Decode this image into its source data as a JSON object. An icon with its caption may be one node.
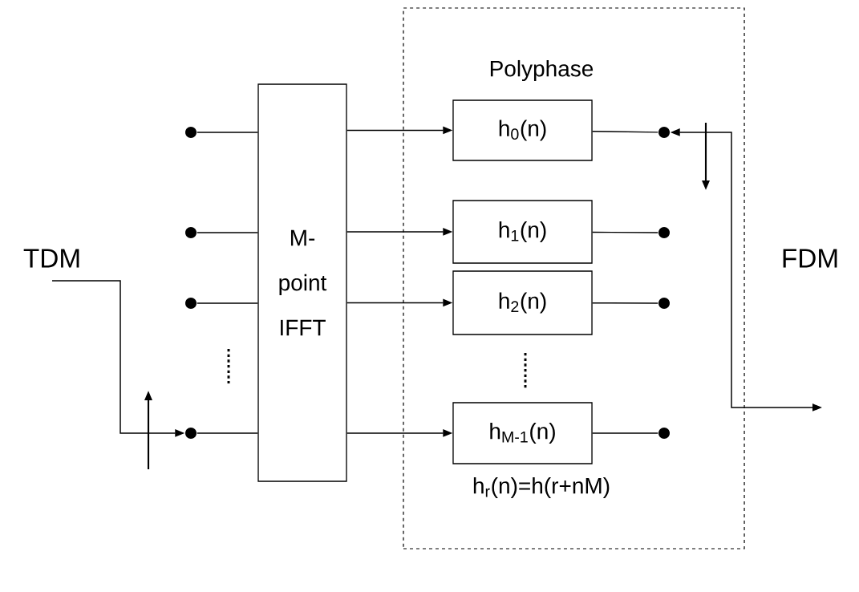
{
  "diagram": {
    "nodes": [
      {
        "text": [
          "M- point IFFT"
        ]
      },
      {
        "text": [
          "Polyphase"
        ]
      },
      {
        "text": [
          "h$_{0}$(n)"
        ],
        "in": 1
      },
      {
        "text": [
          "h$_{1}$(n)"
        ],
        "in": 1
      },
      {
        "text": [
          "h$_{2}$(n)"
        ],
        "in": 1
      },
      {
        "text": [
          "h$_{M-1}$(n)"
        ],
        "in": 1
      },
      {
        "text": [],
        "shape": "circle"
      },
      {
        "text": [],
        "shape": "circle"
      },
      {
        "text": [],
        "shape": "circle"
      },
      {
        "text": [],
        "shape": "circle"
      },
      {
        "text": [],
        "shape": "circle",
        "in": 1
      },
      {
        "text": [],
        "shape": "circle",
        "in": 1
      },
      {
        "text": [],
        "shape": "circle",
        "in": 1
      },
      {
        "text": [],
        "shape": "circle",
        "in": 1
      }
    ],
    "edges": [
      {
        "from": null,
        "to": 9,
        "arrow": "to"
      },
      {
        "from": 6,
        "to": 0,
        "arrow": "none"
      },
      {
        "from": 7,
        "to": 0,
        "arrow": "none"
      },
      {
        "from": 8,
        "to": 0,
        "arrow": "none"
      },
      {
        "from": 9,
        "to": 0,
        "arrow": "none"
      },
      {
        "from": 0,
        "to": 2,
        "arrow": "to"
      },
      {
        "from": 0,
        "to": 3,
        "arrow": "to"
      },
      {
        "from": 0,
        "to": 4,
        "arrow": "to"
      },
      {
        "from": 0,
        "to": 5,
        "arrow": "to"
      },
      {
        "from": 2,
        "to": 10,
        "arrow": "none"
      },
      {
        "from": 3,
        "to": 11,
        "arrow": "none"
      },
      {
        "from": 4,
        "to": 12,
        "arrow": "none"
      },
      {
        "from": 5,
        "to": 13,
        "arrow": "none"
      },
      {
        "from": 10,
        "to": null,
        "arrow": "both"
      }
    ],
    "labels": [
      "TDM",
      "FDM",
      "h$_{r}$(n)=h(r+nM)"
    ]
  }
}
